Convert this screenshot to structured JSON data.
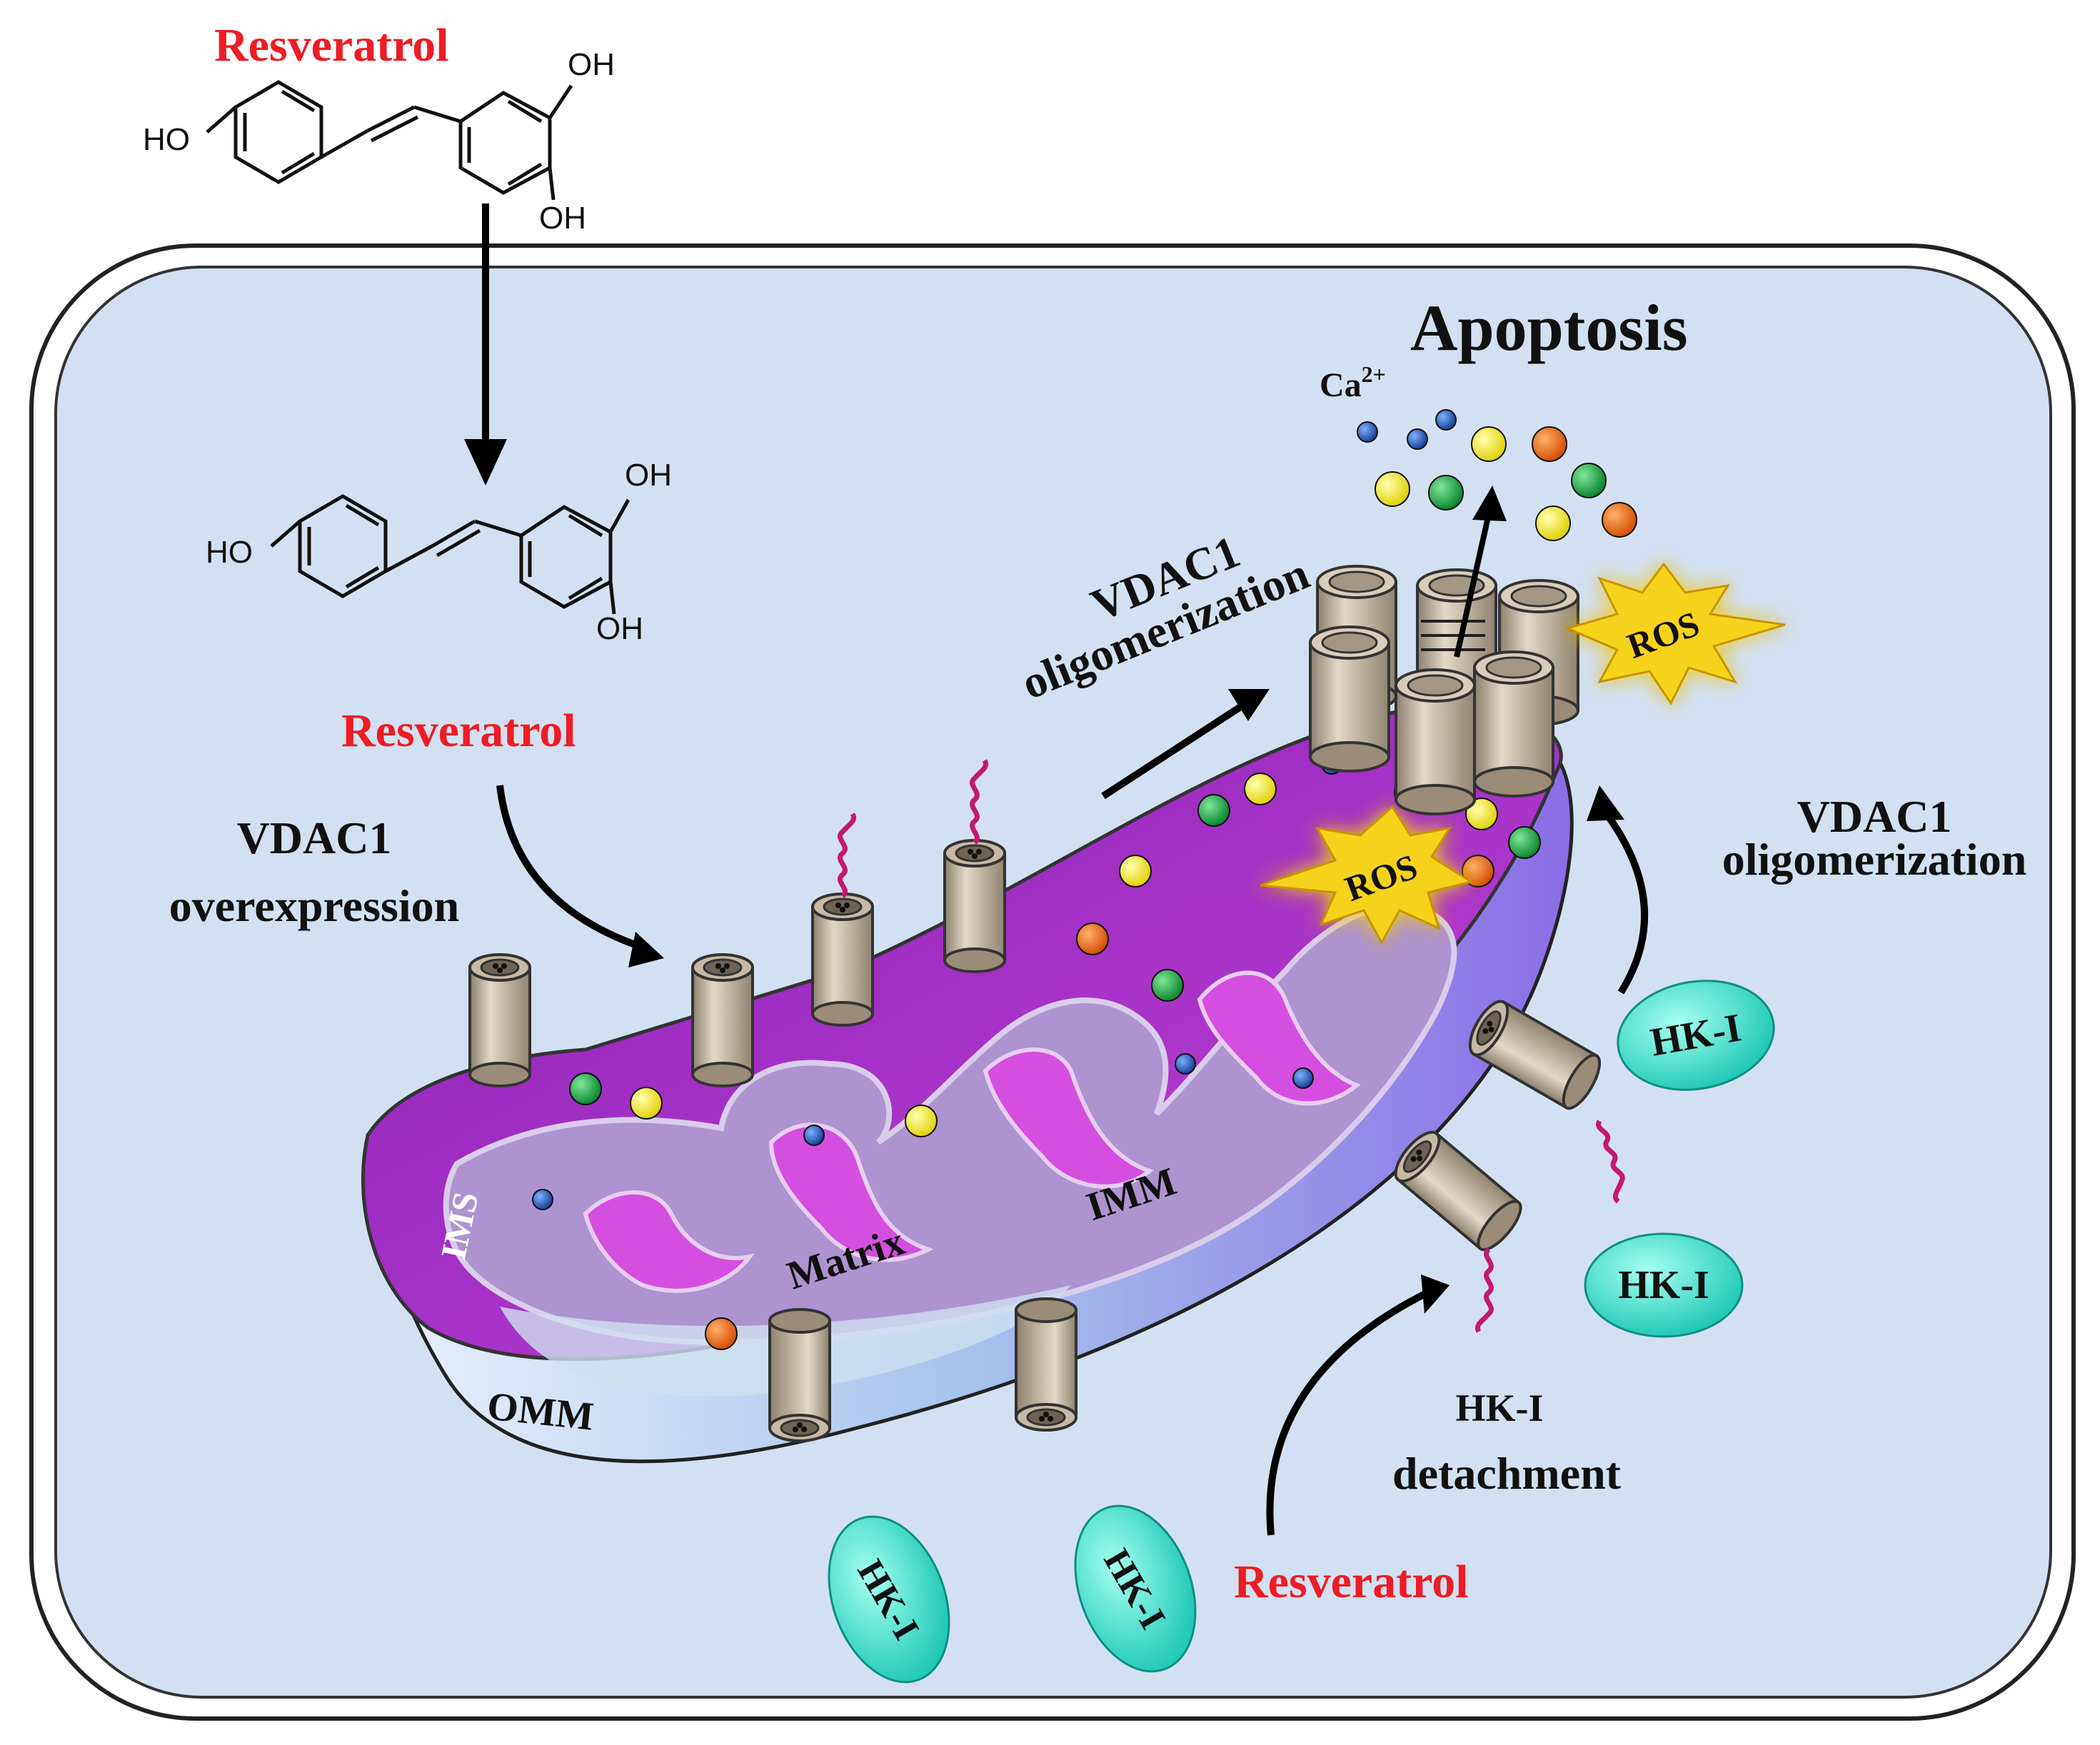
{
  "molecule": {
    "name": "Resveratrol",
    "groups": [
      "HO",
      "OH",
      "OH"
    ]
  },
  "labels": {
    "apoptosis": "Apoptosis",
    "calcium": "Ca",
    "calcium_charge": "2+",
    "ros": "ROS",
    "resveratrol": "Resveratrol",
    "vdac1": "VDAC1",
    "overexpression": "overexpression",
    "oligomerization": "oligomerization",
    "hk1": "HK-I",
    "hk1_detachment_line1": "HK-I",
    "hk1_detachment_line2": "detachment",
    "matrix": "Matrix",
    "imm": "IMM",
    "ims": "IMS",
    "omm": "OMM"
  },
  "colors": {
    "cell_fill": "#d3e0f1",
    "ims_purple": "#9a2bbd",
    "cristae_lilac": "#ad93cf",
    "channel_tan": "#c9bba6",
    "hk1_teal": "#34e0cc",
    "ros_yellow": "#f7d21a",
    "ion_blue": "#1f4fa8",
    "ion_yellow": "#f2e80f",
    "ion_green": "#11a83a",
    "ion_orange": "#f06a0c",
    "resveratrol_red": "#ee1c24"
  }
}
